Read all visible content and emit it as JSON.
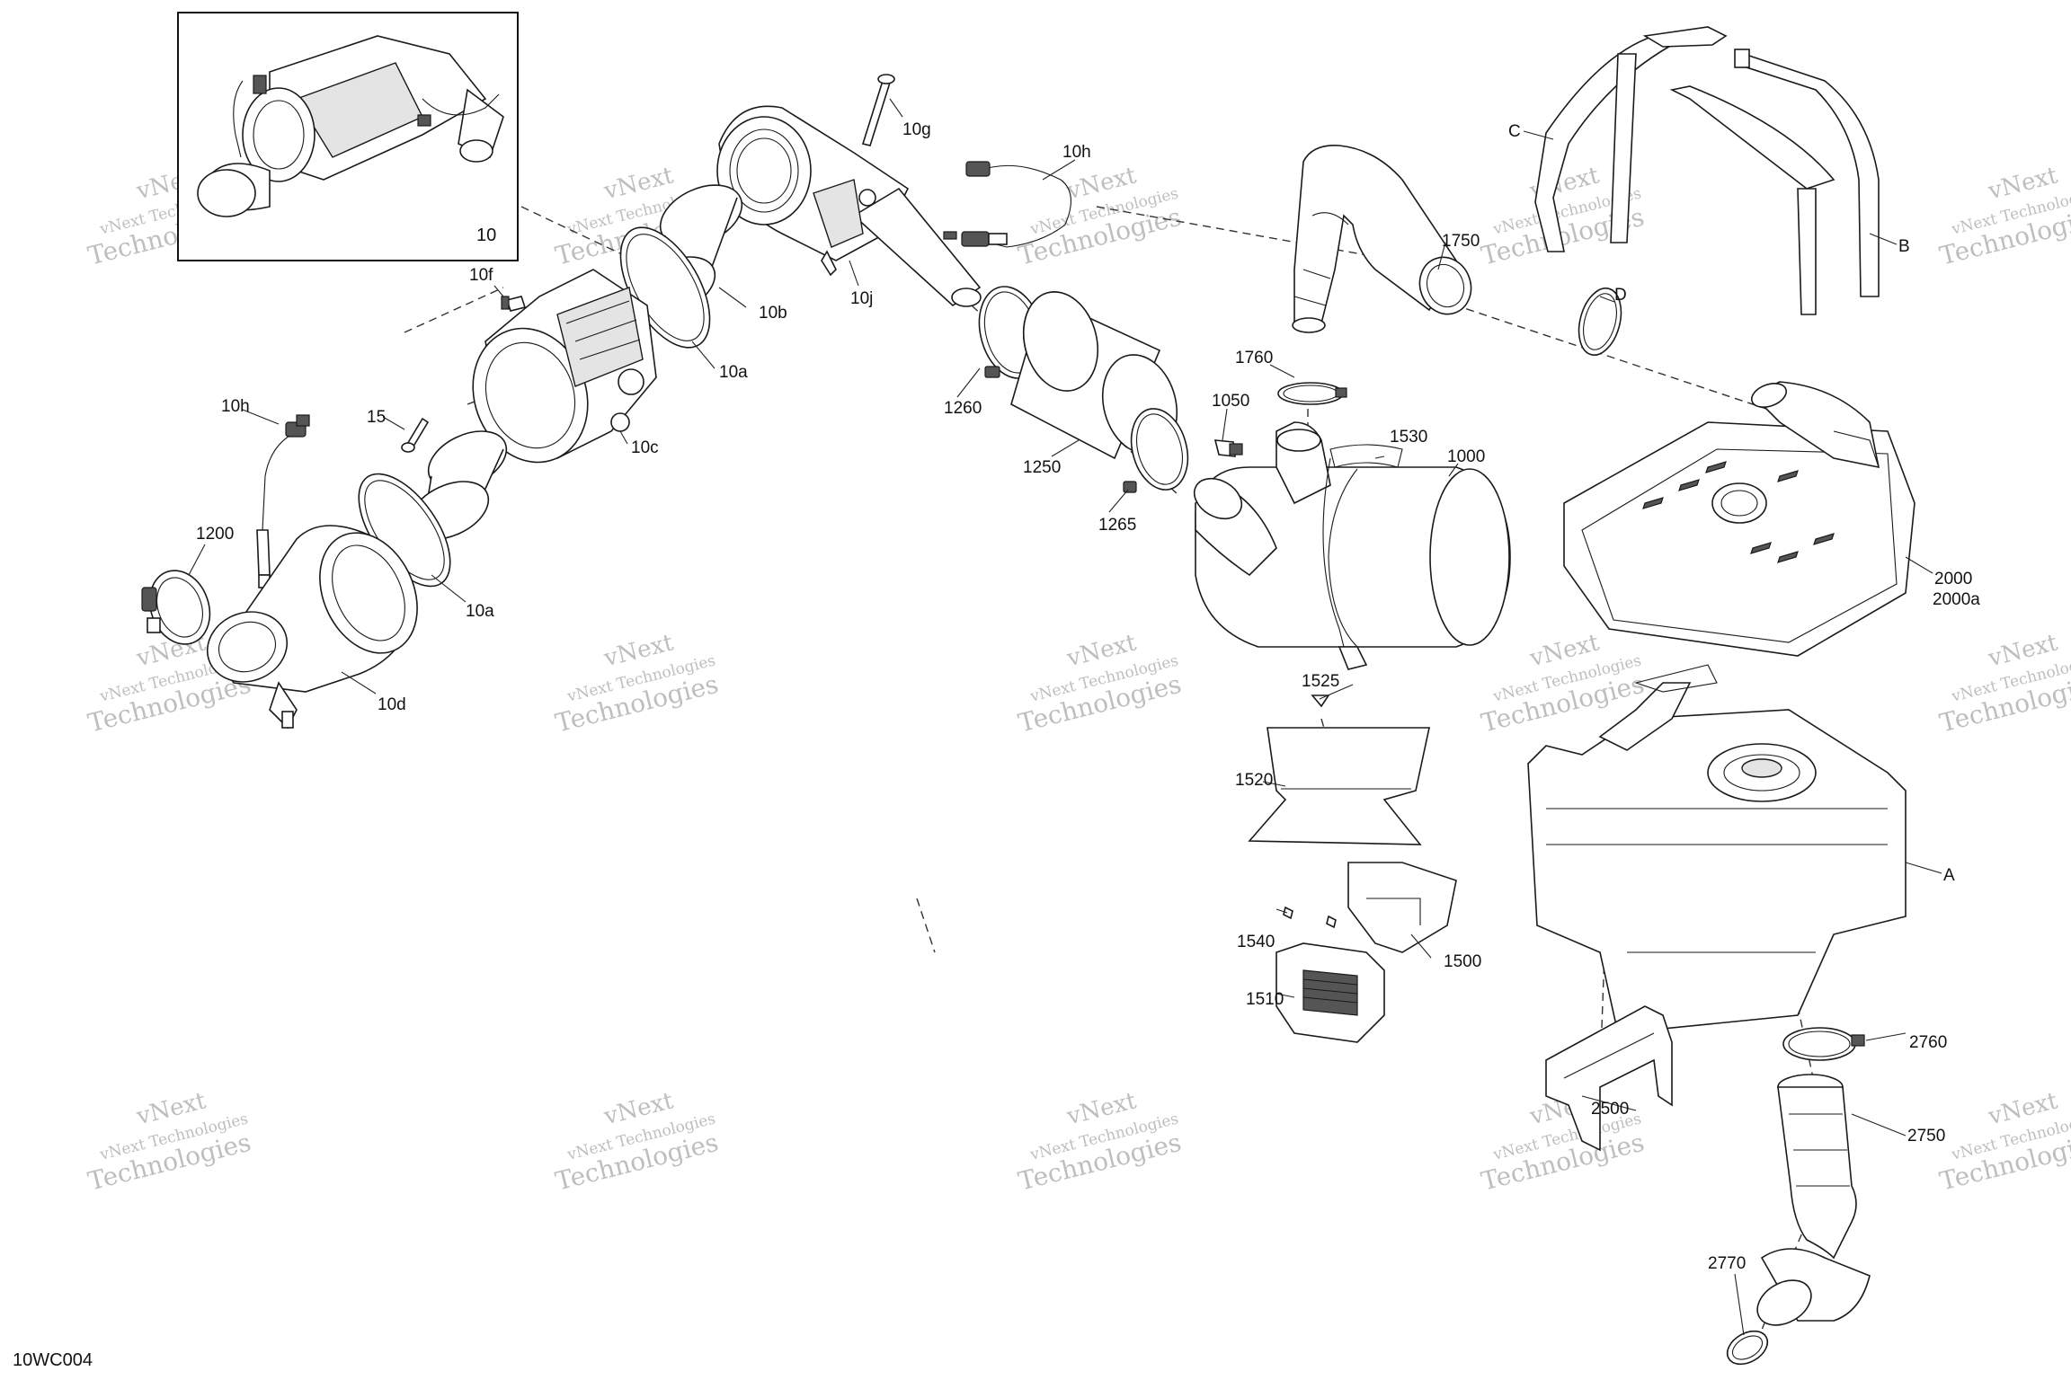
{
  "figure_id": "10WC004",
  "inset_label": "10",
  "watermark": {
    "line1": "vNext Technologies",
    "line2": "Technologies",
    "big": "vNext"
  },
  "callouts": {
    "10g": "10g",
    "10h_top": "10h",
    "10b": "10b",
    "10j": "10j",
    "10f": "10f",
    "10a_top": "10a",
    "10c": "10c",
    "10h_left": "10h",
    "15": "15",
    "1200": "1200",
    "10a_bottom": "10a",
    "10d": "10d",
    "1260": "1260",
    "1250": "1250",
    "1265": "1265",
    "1050": "1050",
    "1760": "1760",
    "1750": "1750",
    "1530": "1530",
    "1000": "1000",
    "C": "C",
    "B": "B",
    "D": "D",
    "2000": "2000",
    "2000a": "2000a",
    "1525": "1525",
    "1520": "1520",
    "A": "A",
    "1540": "1540",
    "1500": "1500",
    "1510": "1510",
    "2760": "2760",
    "2500": "2500",
    "2750": "2750",
    "2770": "2770"
  }
}
